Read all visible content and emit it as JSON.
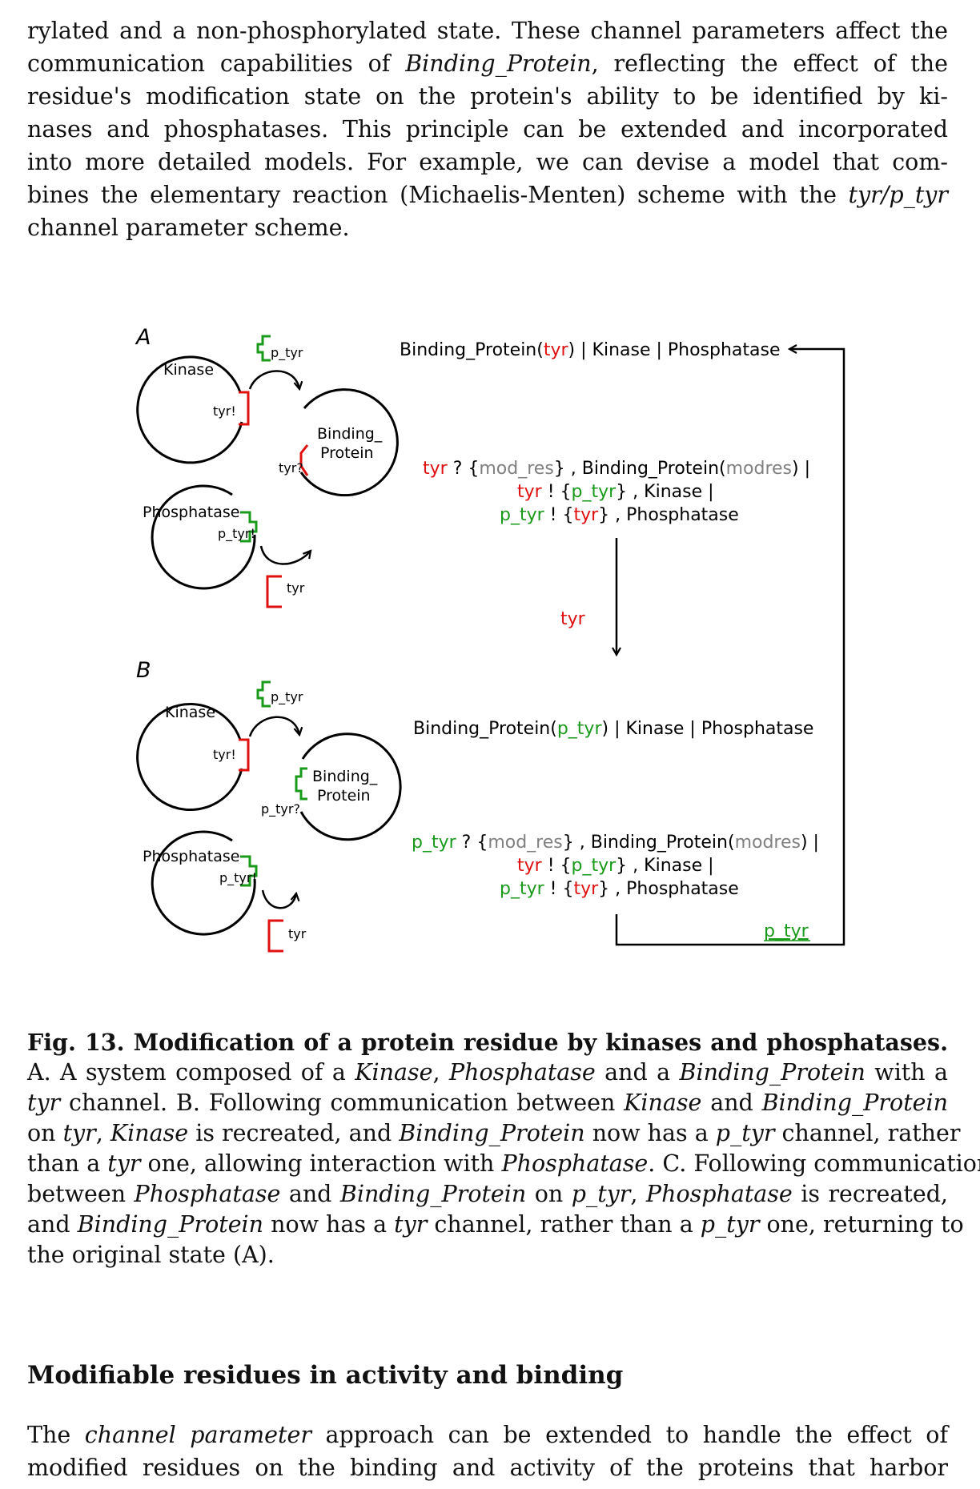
{
  "top_para": {
    "l1": "rylated and a non-phosphorylated state. These channel parameters affect the",
    "l2a": "communication capabilities of ",
    "l2b": "Binding_Protein",
    "l2c": ", reflecting the effect of the",
    "l3": "residue's modification state on the protein's ability to be identified by ki-",
    "l4": "nases and phosphatases. This principle can be extended and incorporated",
    "l5": "into more detailed models. For example, we can devise a model that com-",
    "l6a": "bines the elementary reaction (Michaelis-Menten) scheme with the ",
    "l6b": "tyr/p_tyr",
    "l7": "channel parameter scheme."
  },
  "figure": {
    "panel_a": "A",
    "panel_b": "B",
    "kinase": "Kinase",
    "phosphatase": "Phosphatase",
    "binding_protein_1": "Binding_",
    "binding_protein_2": "Protein",
    "tyr_out": "tyr!",
    "tyr_in": "tyr?",
    "ptyr_out": "p_tyr!",
    "ptyr_in": "p_tyr?",
    "tyr": "tyr",
    "ptyr": "p_tyr",
    "state1": {
      "pre": "Binding_Protein(",
      "res": "tyr",
      "post": ") | Kinase | Phosphatase"
    },
    "rule1": {
      "l1_a": "tyr",
      "l1_b": " ? {",
      "l1_c": "mod_res",
      "l1_d": "} , Binding_Protein(",
      "l1_e": "modres",
      "l1_f": ") |",
      "l2_a": "tyr",
      "l2_b": " ! {",
      "l2_c": "p_tyr",
      "l2_d": "} , Kinase |",
      "l3_a": "p_tyr",
      "l3_b": " ! {",
      "l3_c": "tyr",
      "l3_d": "} , Phosphatase"
    },
    "arrow_label_1": "tyr",
    "state2": {
      "pre": "Binding_Protein(",
      "res": "p_tyr",
      "post": ") | Kinase | Phosphatase"
    },
    "rule2": {
      "l1_a": "p_tyr",
      "l1_b": " ? {",
      "l1_c": "mod_res",
      "l1_d": "} , Binding_Protein(",
      "l1_e": "modres",
      "l1_f": ") |",
      "l2_a": "tyr",
      "l2_b": " ! {",
      "l2_c": "p_tyr",
      "l2_d": "} , Kinase |",
      "l3_a": "p_tyr",
      "l3_b": " ! {",
      "l3_c": "tyr",
      "l3_d": "} , Phosphatase"
    },
    "arrow_label_2": "p_tyr",
    "colors": {
      "red": "#e01010",
      "green": "#1a9a1a",
      "gray": "#808080",
      "black": "#000000"
    }
  },
  "caption": {
    "bold": "Fig. 13. Modification of a protein residue by kinases and phosphatases.",
    "l2a": "A. A system composed of a ",
    "l2b": "Kinase",
    "l2c": ", ",
    "l2d": "Phosphatase",
    "l2e": " and a ",
    "l2f": "Binding_Protein",
    "l2g": " with a",
    "l3a": "tyr",
    "l3b": " channel. B. Following communication between ",
    "l3c": "Kinase",
    "l3d": " and ",
    "l3e": "Binding_Protein",
    "l4a": "on ",
    "l4b": "tyr",
    "l4c": ", ",
    "l4d": "Kinase",
    "l4e": " is recreated, and ",
    "l4f": "Binding_Protein",
    "l4g": " now has a ",
    "l4h": "p_tyr",
    "l4i": " channel, rather",
    "l5a": "than a ",
    "l5b": "tyr",
    "l5c": " one, allowing interaction with ",
    "l5d": "Phosphatase",
    "l5e": ". C. Following communication",
    "l6a": "between ",
    "l6b": "Phosphatase",
    "l6c": " and ",
    "l6d": "Binding_Protein",
    "l6e": " on ",
    "l6f": "p_tyr",
    "l6g": ", ",
    "l6h": "Phosphatase",
    "l6i": " is recreated,",
    "l7a": "and ",
    "l7b": "Binding_Protein",
    "l7c": " now has a ",
    "l7d": "tyr",
    "l7e": " channel, rather than a ",
    "l7f": "p_tyr",
    "l7g": " one, returning to",
    "l8": "the original state (A)."
  },
  "section": {
    "title": "Modifiable residues in activity and binding"
  },
  "bottom_para": {
    "l1a": "The ",
    "l1b": "channel parameter",
    "l1c": " approach can be extended to handle the effect of",
    "l2": "modified residues on the binding and activity of the proteins that harbor"
  }
}
